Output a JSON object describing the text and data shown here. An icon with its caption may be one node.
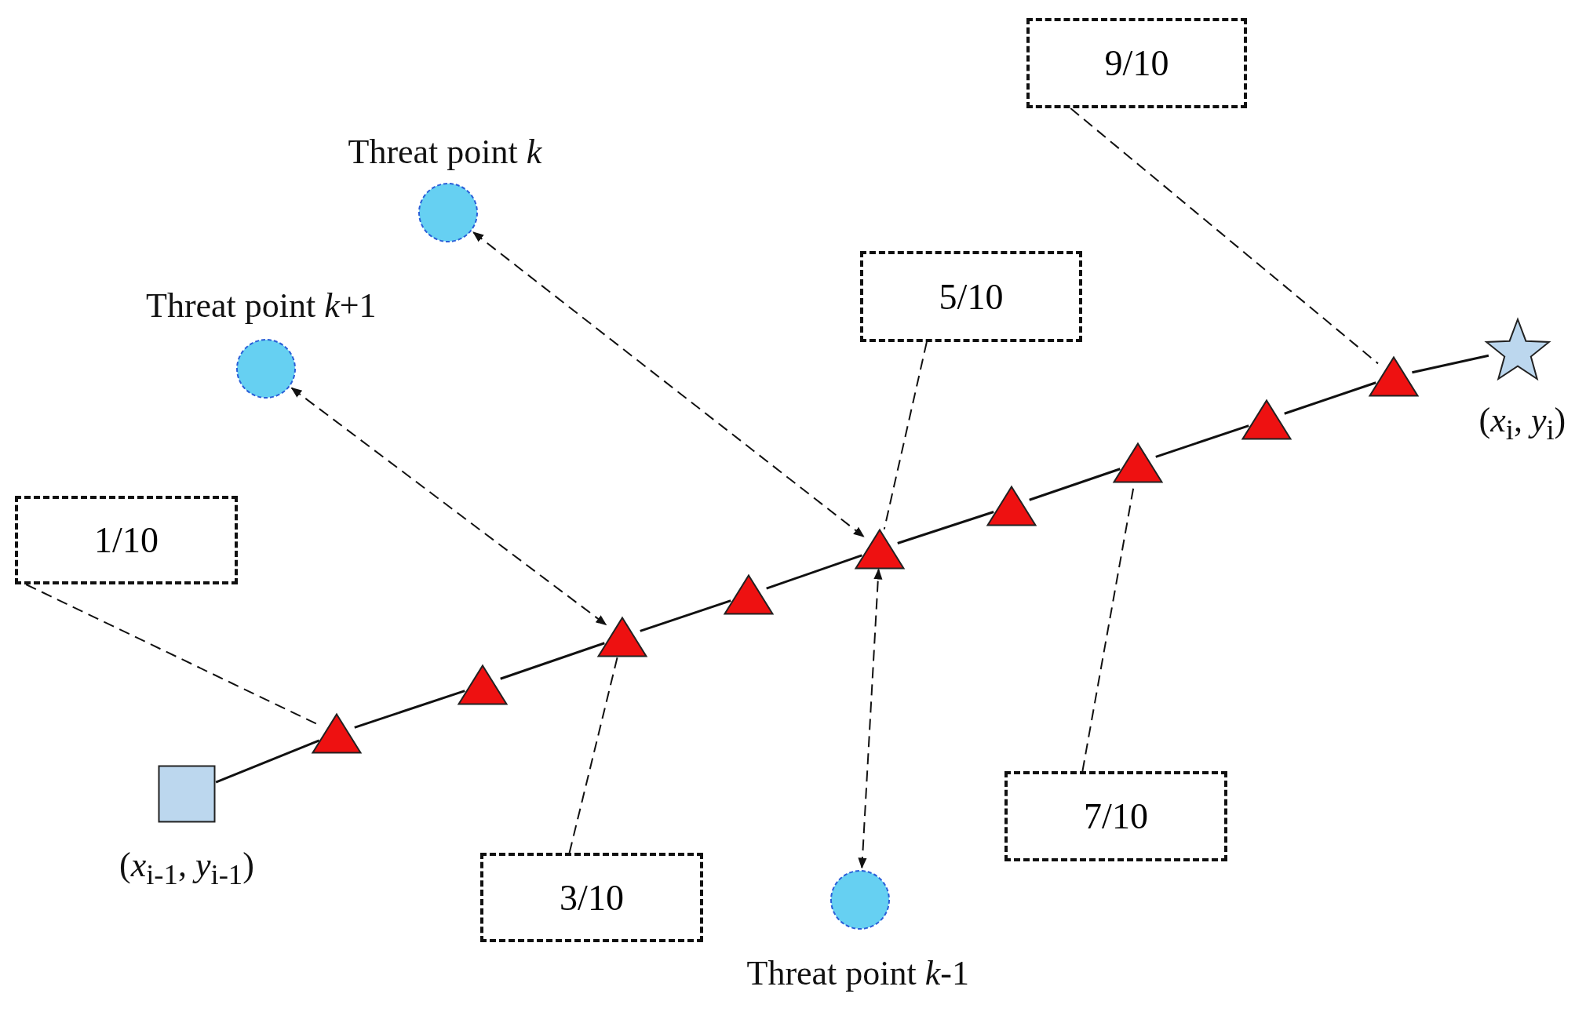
{
  "diagram": {
    "nodes": [
      {
        "text": [],
        "shape": "box",
        "beside": [
          "(*x*$_{i-1}$, *y*$_{i-1}$)"
        ]
      },
      {
        "text": [],
        "shape": "triangle"
      },
      {
        "text": [],
        "shape": "triangle"
      },
      {
        "text": [],
        "shape": "triangle"
      },
      {
        "text": [],
        "shape": "triangle"
      },
      {
        "text": [],
        "shape": "triangle"
      },
      {
        "text": [],
        "shape": "triangle"
      },
      {
        "text": [],
        "shape": "triangle"
      },
      {
        "text": [],
        "shape": "triangle"
      },
      {
        "text": [],
        "shape": "triangle"
      },
      {
        "text": [],
        "shape": "star",
        "beside": [
          "(*x*$_{i}$, *y*$_{i}$)"
        ]
      },
      {
        "text": [],
        "shape": "circle",
        "beside": [
          "Threat point *k*"
        ]
      },
      {
        "text": [],
        "shape": "circle",
        "beside": [
          "Threat point *k*+1"
        ]
      },
      {
        "text": [],
        "shape": "circle",
        "beside": [
          "Threat point *k*-1"
        ]
      },
      {
        "text": [
          "1/10"
        ]
      },
      {
        "text": [
          "3/10"
        ]
      },
      {
        "text": [
          "5/10"
        ]
      },
      {
        "text": [
          "7/10"
        ]
      },
      {
        "text": [
          "9/10"
        ]
      }
    ],
    "edges": [
      {
        "from": 0,
        "to": 1,
        "arrow": "none"
      },
      {
        "from": 1,
        "to": 2,
        "arrow": "none"
      },
      {
        "from": 2,
        "to": 3,
        "arrow": "none"
      },
      {
        "from": 3,
        "to": 4,
        "arrow": "none"
      },
      {
        "from": 4,
        "to": 5,
        "arrow": "none"
      },
      {
        "from": 5,
        "to": 6,
        "arrow": "none"
      },
      {
        "from": 6,
        "to": 7,
        "arrow": "none"
      },
      {
        "from": 7,
        "to": 8,
        "arrow": "none"
      },
      {
        "from": 8,
        "to": 9,
        "arrow": "none"
      },
      {
        "from": 9,
        "to": 10,
        "arrow": "none"
      },
      {
        "from": 14,
        "to": 1,
        "arrow": "none",
        "style": "dashed"
      },
      {
        "from": 15,
        "to": 3,
        "arrow": "none",
        "style": "dashed"
      },
      {
        "from": 16,
        "to": 5,
        "arrow": "none",
        "style": "dashed"
      },
      {
        "from": 17,
        "to": 7,
        "arrow": "none",
        "style": "dashed"
      },
      {
        "from": 18,
        "to": 9,
        "arrow": "none",
        "style": "dashed"
      },
      {
        "from": 11,
        "to": 5,
        "arrow": "both",
        "style": "dashed"
      },
      {
        "from": 12,
        "to": 3,
        "arrow": "both",
        "style": "dashed"
      },
      {
        "from": 13,
        "to": 5,
        "arrow": "both",
        "style": "dashed"
      }
    ]
  }
}
